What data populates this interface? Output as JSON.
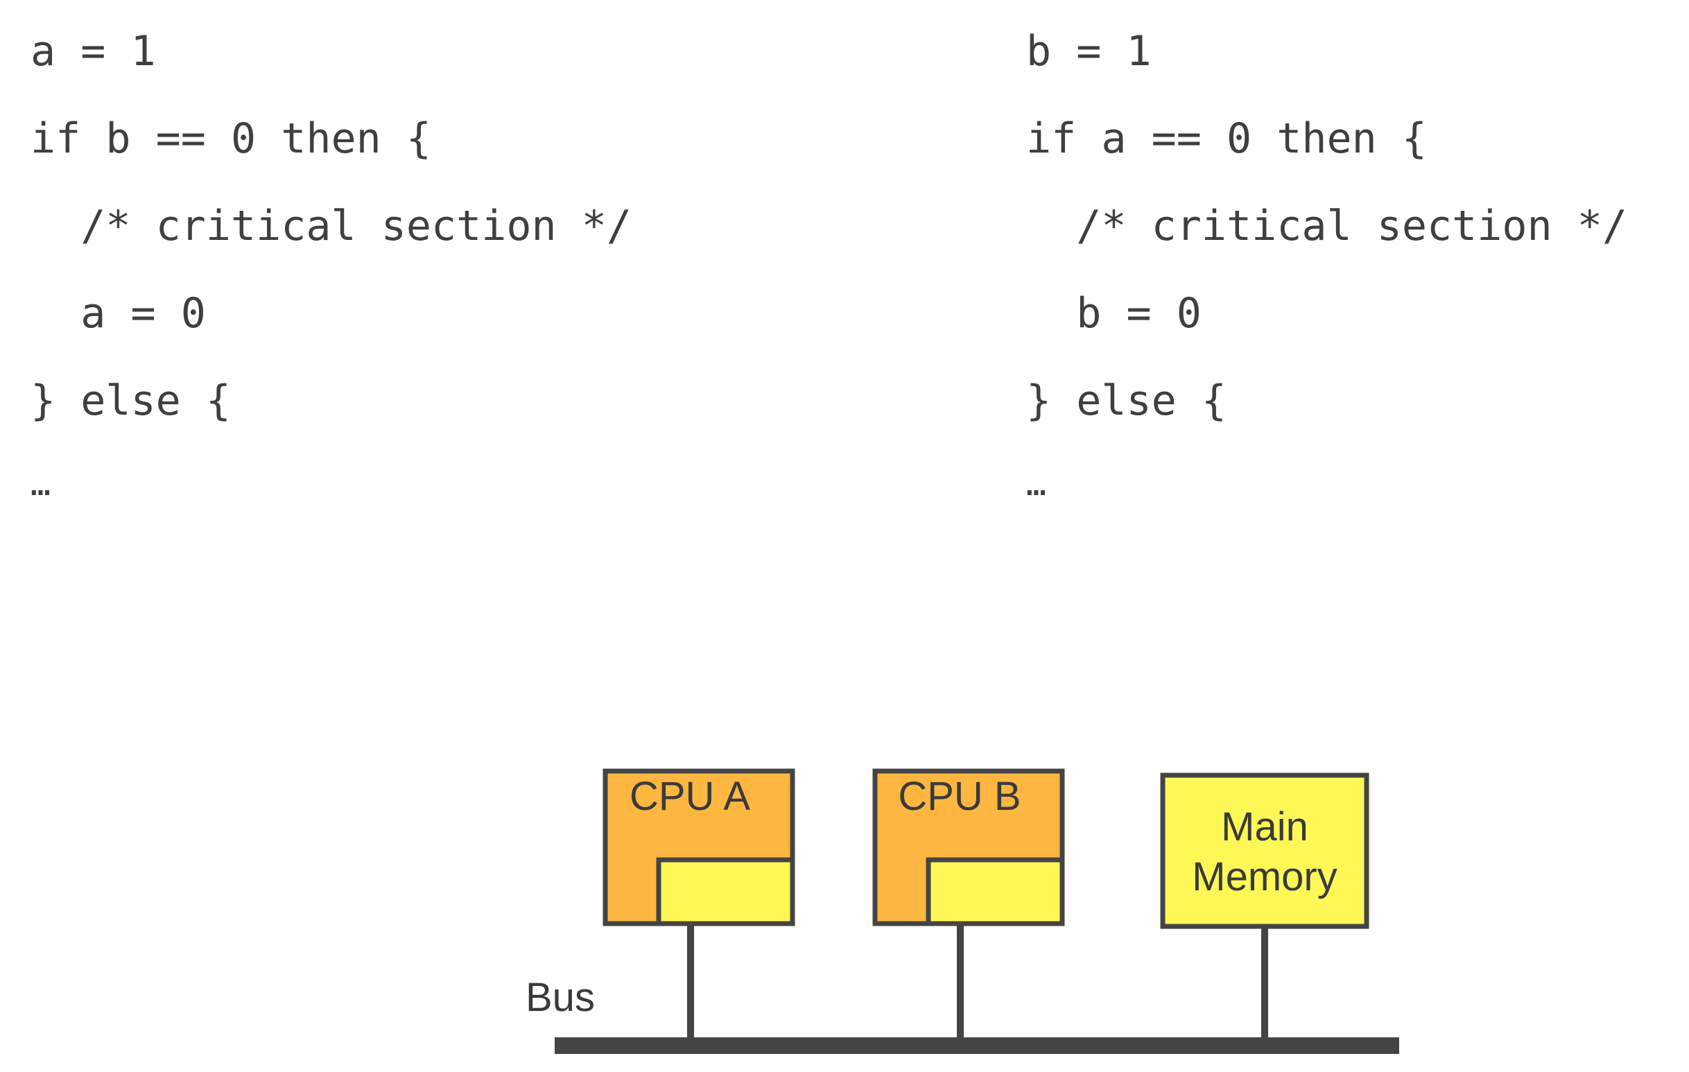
{
  "code_blocks": {
    "left": {
      "lines": [
        "a = 1",
        "if b == 0 then {",
        "  /* critical section */",
        "  a = 0",
        "} else {",
        "…"
      ]
    },
    "right": {
      "lines": [
        "b = 1",
        "if a == 0 then {",
        "  /* critical section */",
        "  b = 0",
        "} else {",
        "…"
      ]
    }
  },
  "diagram": {
    "cpu_a_label": "CPU A",
    "cpu_b_label": "CPU B",
    "memory_label_line1": "Main",
    "memory_label_line2": "Memory",
    "bus_label": "Bus",
    "colors": {
      "cpu_fill": "#FDB740",
      "cache_fill": "#FDF855",
      "memory_fill": "#FDF855",
      "stroke": "#444444",
      "text": "#3a3a3a",
      "code_text": "#3f3f3f"
    }
  }
}
